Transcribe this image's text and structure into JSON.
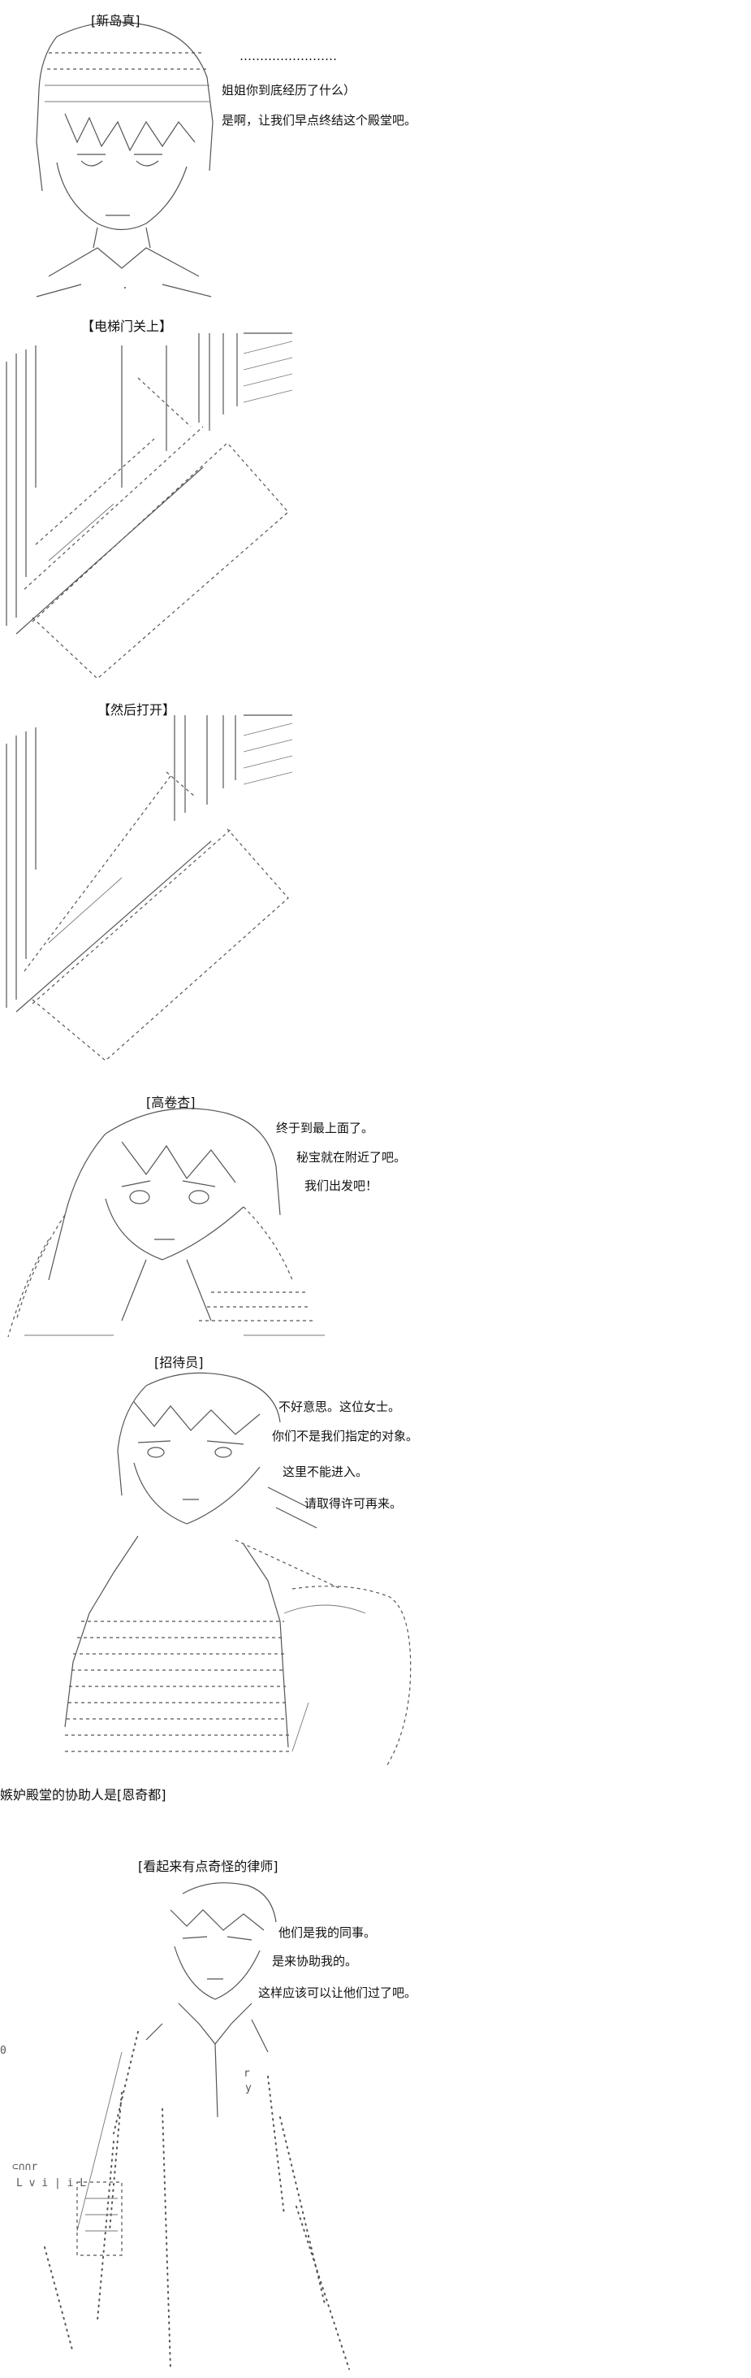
{
  "panels": [
    {
      "label": "[新岛真]",
      "dots": "……………………",
      "lines": [
        "姐姐你到底经历了什么）",
        "是啊，让我们早点终结这个殿堂吧。"
      ]
    },
    {
      "label": "【电梯门关上】"
    },
    {
      "label": "【然后打开】"
    },
    {
      "label": "[高卷杏]",
      "lines": [
        "终于到最上面了。",
        "秘宝就在附近了吧。",
        "我们出发吧！"
      ]
    },
    {
      "label": "[招待员]",
      "lines": [
        "不好意思。这位女士。",
        "你们不是我们指定的对象。",
        "这里不能进入。",
        "请取得许可再来。"
      ],
      "caption": "嫉妒殿堂的协助人是[恩奇都]"
    },
    {
      "label": "[看起来有点奇怪的律师]",
      "lines": [
        "他们是我的同事。",
        "是来协助我的。",
        "这样应该可以让他们过了吧。"
      ]
    }
  ]
}
